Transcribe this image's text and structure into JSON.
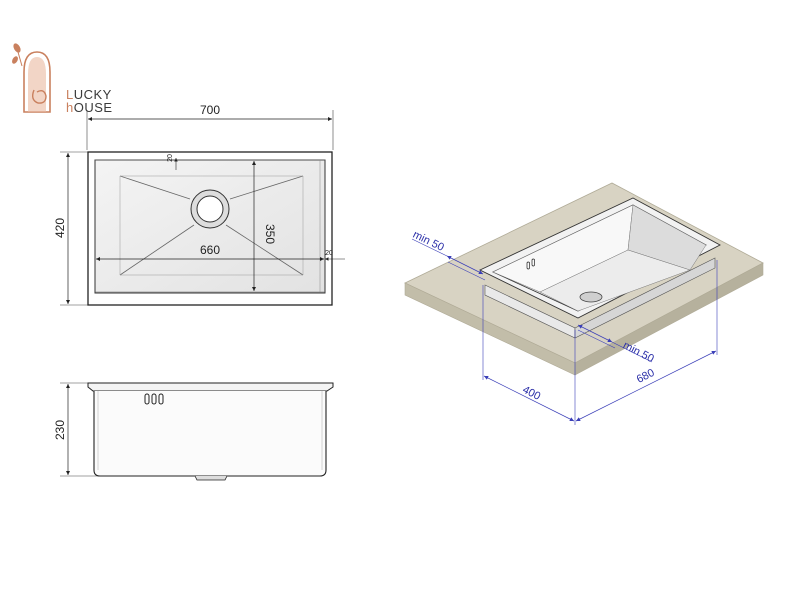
{
  "logo": {
    "line1_initial": "L",
    "line1_rest": "UCKY",
    "line2_initial": "h",
    "line2_rest": "OUSE"
  },
  "top_view": {
    "width": "700",
    "height": "420",
    "inner_width": "660",
    "inner_depth": "350",
    "top_flange": "20",
    "side_flange": "20"
  },
  "side_view": {
    "depth": "230"
  },
  "iso_view": {
    "min_left": "min 50",
    "min_front": "min 50",
    "cabinet_width": "400",
    "counter_length": "680"
  },
  "colors": {
    "countertop": "#d8d3c3",
    "countertop_edge": "#c2bda9",
    "logo_accent": "#c9805e",
    "dimension_blue": "#2b2fa8"
  }
}
